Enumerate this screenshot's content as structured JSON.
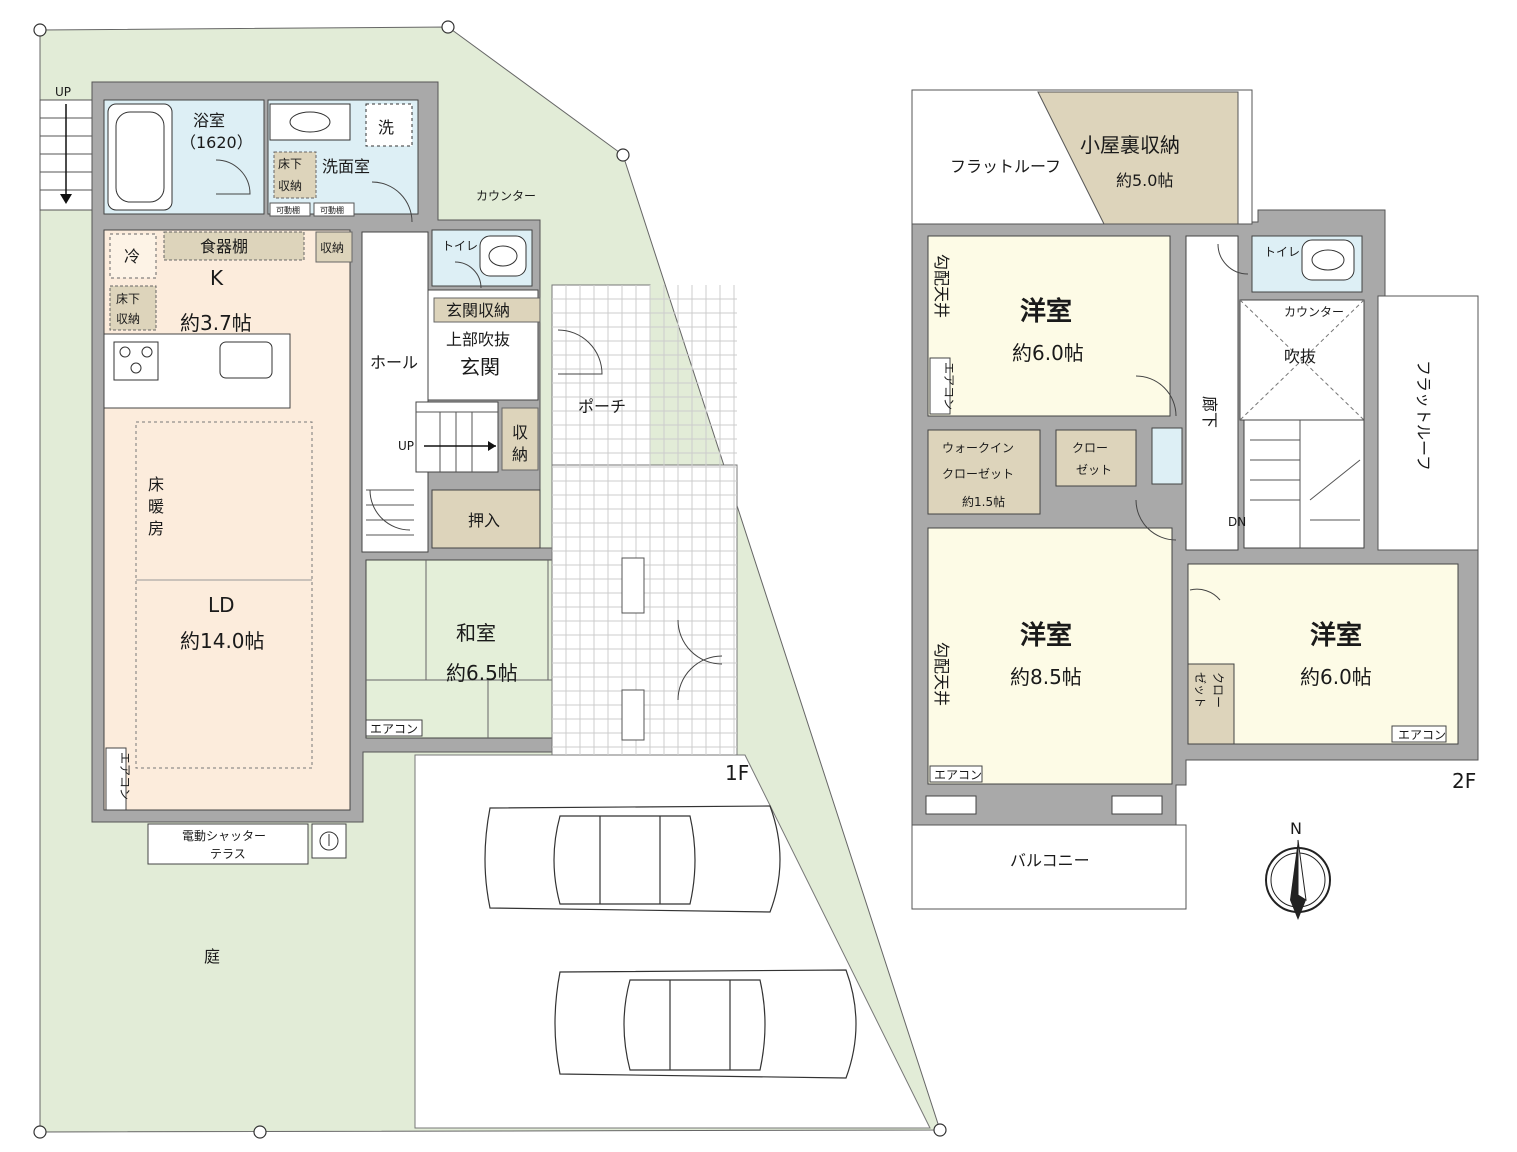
{
  "colors": {
    "garden": "#e2ecd7",
    "ldk": "#fcecdc",
    "washitsu": "#e4efd9",
    "western": "#fdfbe6",
    "storage": "#ddd4bb",
    "wall": "#a9a9a9",
    "wet": "#ddeff5",
    "hall": "#ffffff"
  },
  "floor1": {
    "label": "1F",
    "up_outside": "UP",
    "bath": "浴室",
    "bath_size": "（1620）",
    "wash_mark": "洗",
    "washroom": "洗面室",
    "underfloor_l1": "床下",
    "underfloor_l2": "収納",
    "shelf_a": "可動棚",
    "shelf_b": "可動棚",
    "cupboard": "食器棚",
    "fridge": "冷",
    "storage_small": "収納",
    "kitchen_k": "K",
    "kitchen_area": "約3.7帖",
    "kit_under_l1": "床下",
    "kit_under_l2": "収納",
    "counter": "カウンター",
    "toilet": "トイレ",
    "entrance_storage": "玄関収納",
    "void_above": "上部吹抜",
    "entrance": "玄関",
    "hall": "ホール",
    "porch": "ポーチ",
    "up_stairs": "UP",
    "stair_storage_l1": "収",
    "stair_storage_l2": "納",
    "floor_heat_1": "床",
    "floor_heat_2": "暖",
    "floor_heat_3": "房",
    "ld": "LD",
    "ld_area": "約14.0帖",
    "oshiire": "押入",
    "washitsu": "和室",
    "washitsu_area": "約6.5帖",
    "aircon_washitsu": "エアコン",
    "aircon_ld": "エアコン",
    "terrace_l1": "電動シャッター",
    "terrace_l2": "テラス",
    "garden": "庭"
  },
  "floor2": {
    "label": "2F",
    "flat_roof_top": "フラットルーフ",
    "attic_storage": "小屋裏収納",
    "attic_area": "約5.0帖",
    "sloped_ceiling": "勾配天井",
    "sloped_ceiling_2": "勾配天井",
    "room1": "洋室",
    "room1_area": "約6.0帖",
    "aircon_room1": "エアコン",
    "toilet": "トイレ",
    "counter": "カウンター",
    "void": "吹抜",
    "corridor": "廊下",
    "flat_roof_right": "フラットルーフ",
    "wic_l1": "ウォークイン",
    "wic_l2": "クローゼット",
    "wic_area": "約1.5帖",
    "closet_l1": "クロー",
    "closet_l2": "ゼット",
    "dn": "DN",
    "room2": "洋室",
    "room2_area": "約8.5帖",
    "aircon_room2": "エアコン",
    "room3": "洋室",
    "room3_area": "約6.0帖",
    "closet3_l1": "クロー",
    "closet3_l2": "ゼット",
    "aircon_room3": "エアコン",
    "balcony": "バルコニー",
    "north": "N"
  }
}
